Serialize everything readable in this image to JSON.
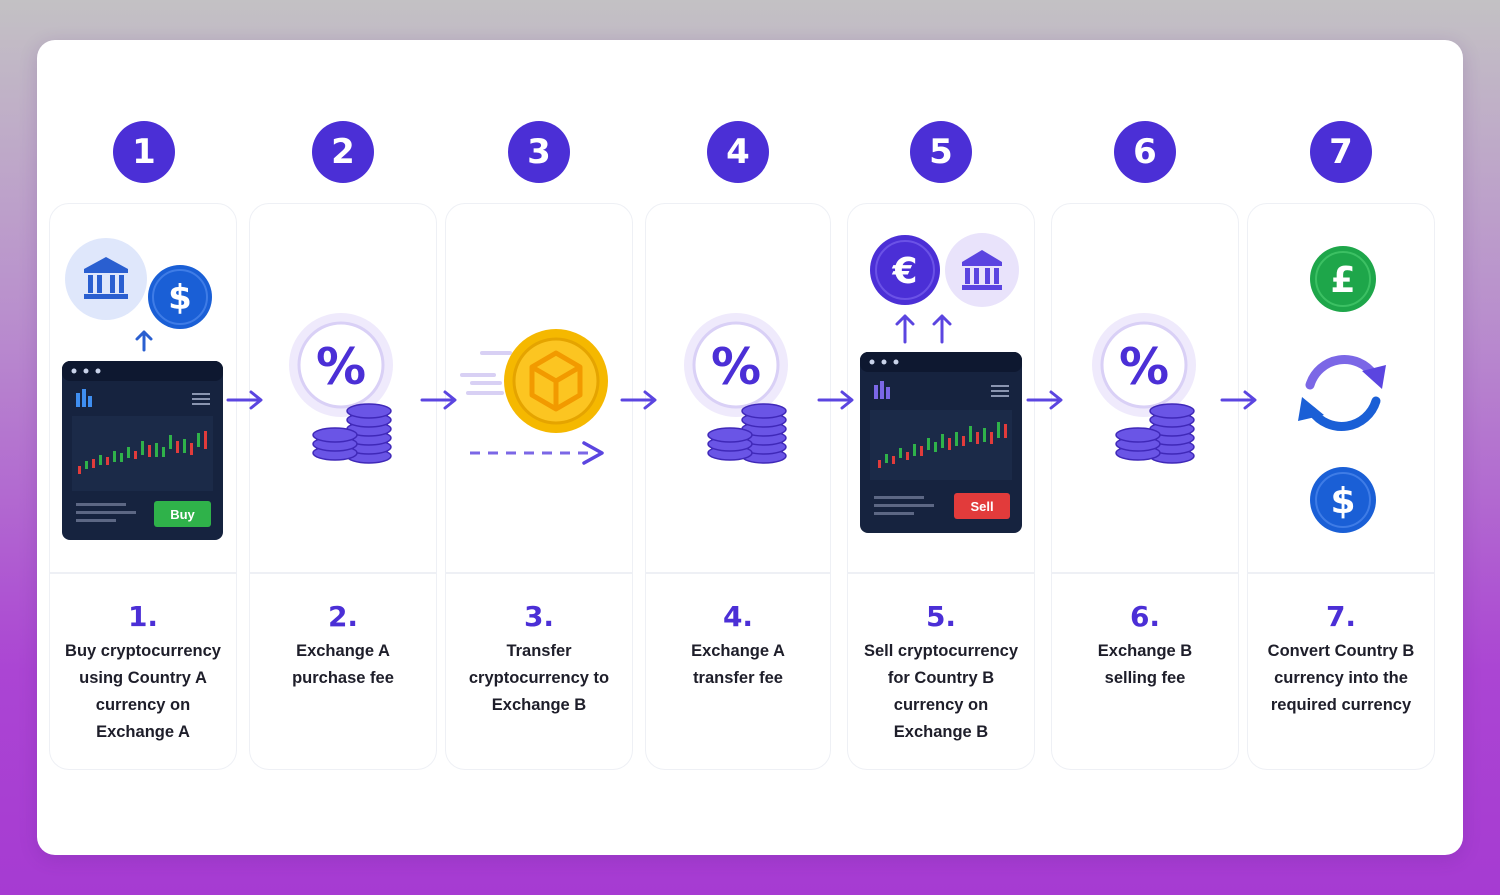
{
  "steps": [
    {
      "badge": "1",
      "num": "1.",
      "text": "Buy cryptocurrency\nusing Country A\ncurrency on\nExchange A"
    },
    {
      "badge": "2",
      "num": "2.",
      "text": "Exchange A\npurchase fee"
    },
    {
      "badge": "3",
      "num": "3.",
      "text": "Transfer\ncryptocurrency to\nExchange B"
    },
    {
      "badge": "4",
      "num": "4.",
      "text": "Exchange A\ntransfer fee"
    },
    {
      "badge": "5",
      "num": "5.",
      "text": "Sell cryptocurrency\nfor Country B\ncurrency on\nExchange B"
    },
    {
      "badge": "6",
      "num": "6.",
      "text": "Exchange B\nselling fee"
    },
    {
      "badge": "7",
      "num": "7.",
      "text": "Convert Country B\ncurrency into the\nrequired currency"
    }
  ],
  "labels": {
    "buy": "Buy",
    "sell": "Sell",
    "dollar": "$",
    "euro": "€",
    "pound": "£",
    "percent": "%"
  },
  "colors": {
    "accent": "#4b2fd6",
    "buy_green": "#2fb24a",
    "sell_red": "#e23b3b",
    "coin_gold": "#f5b800",
    "pound_green": "#1ea64a",
    "dollar_blue": "#1a5fd6"
  },
  "icons": [
    "bank-icon",
    "dollar-coin-icon",
    "trading-screen-icon",
    "percent-coins-icon",
    "crypto-coin-icon",
    "euro-coin-icon",
    "pound-coin-icon",
    "exchange-cycle-icon"
  ]
}
